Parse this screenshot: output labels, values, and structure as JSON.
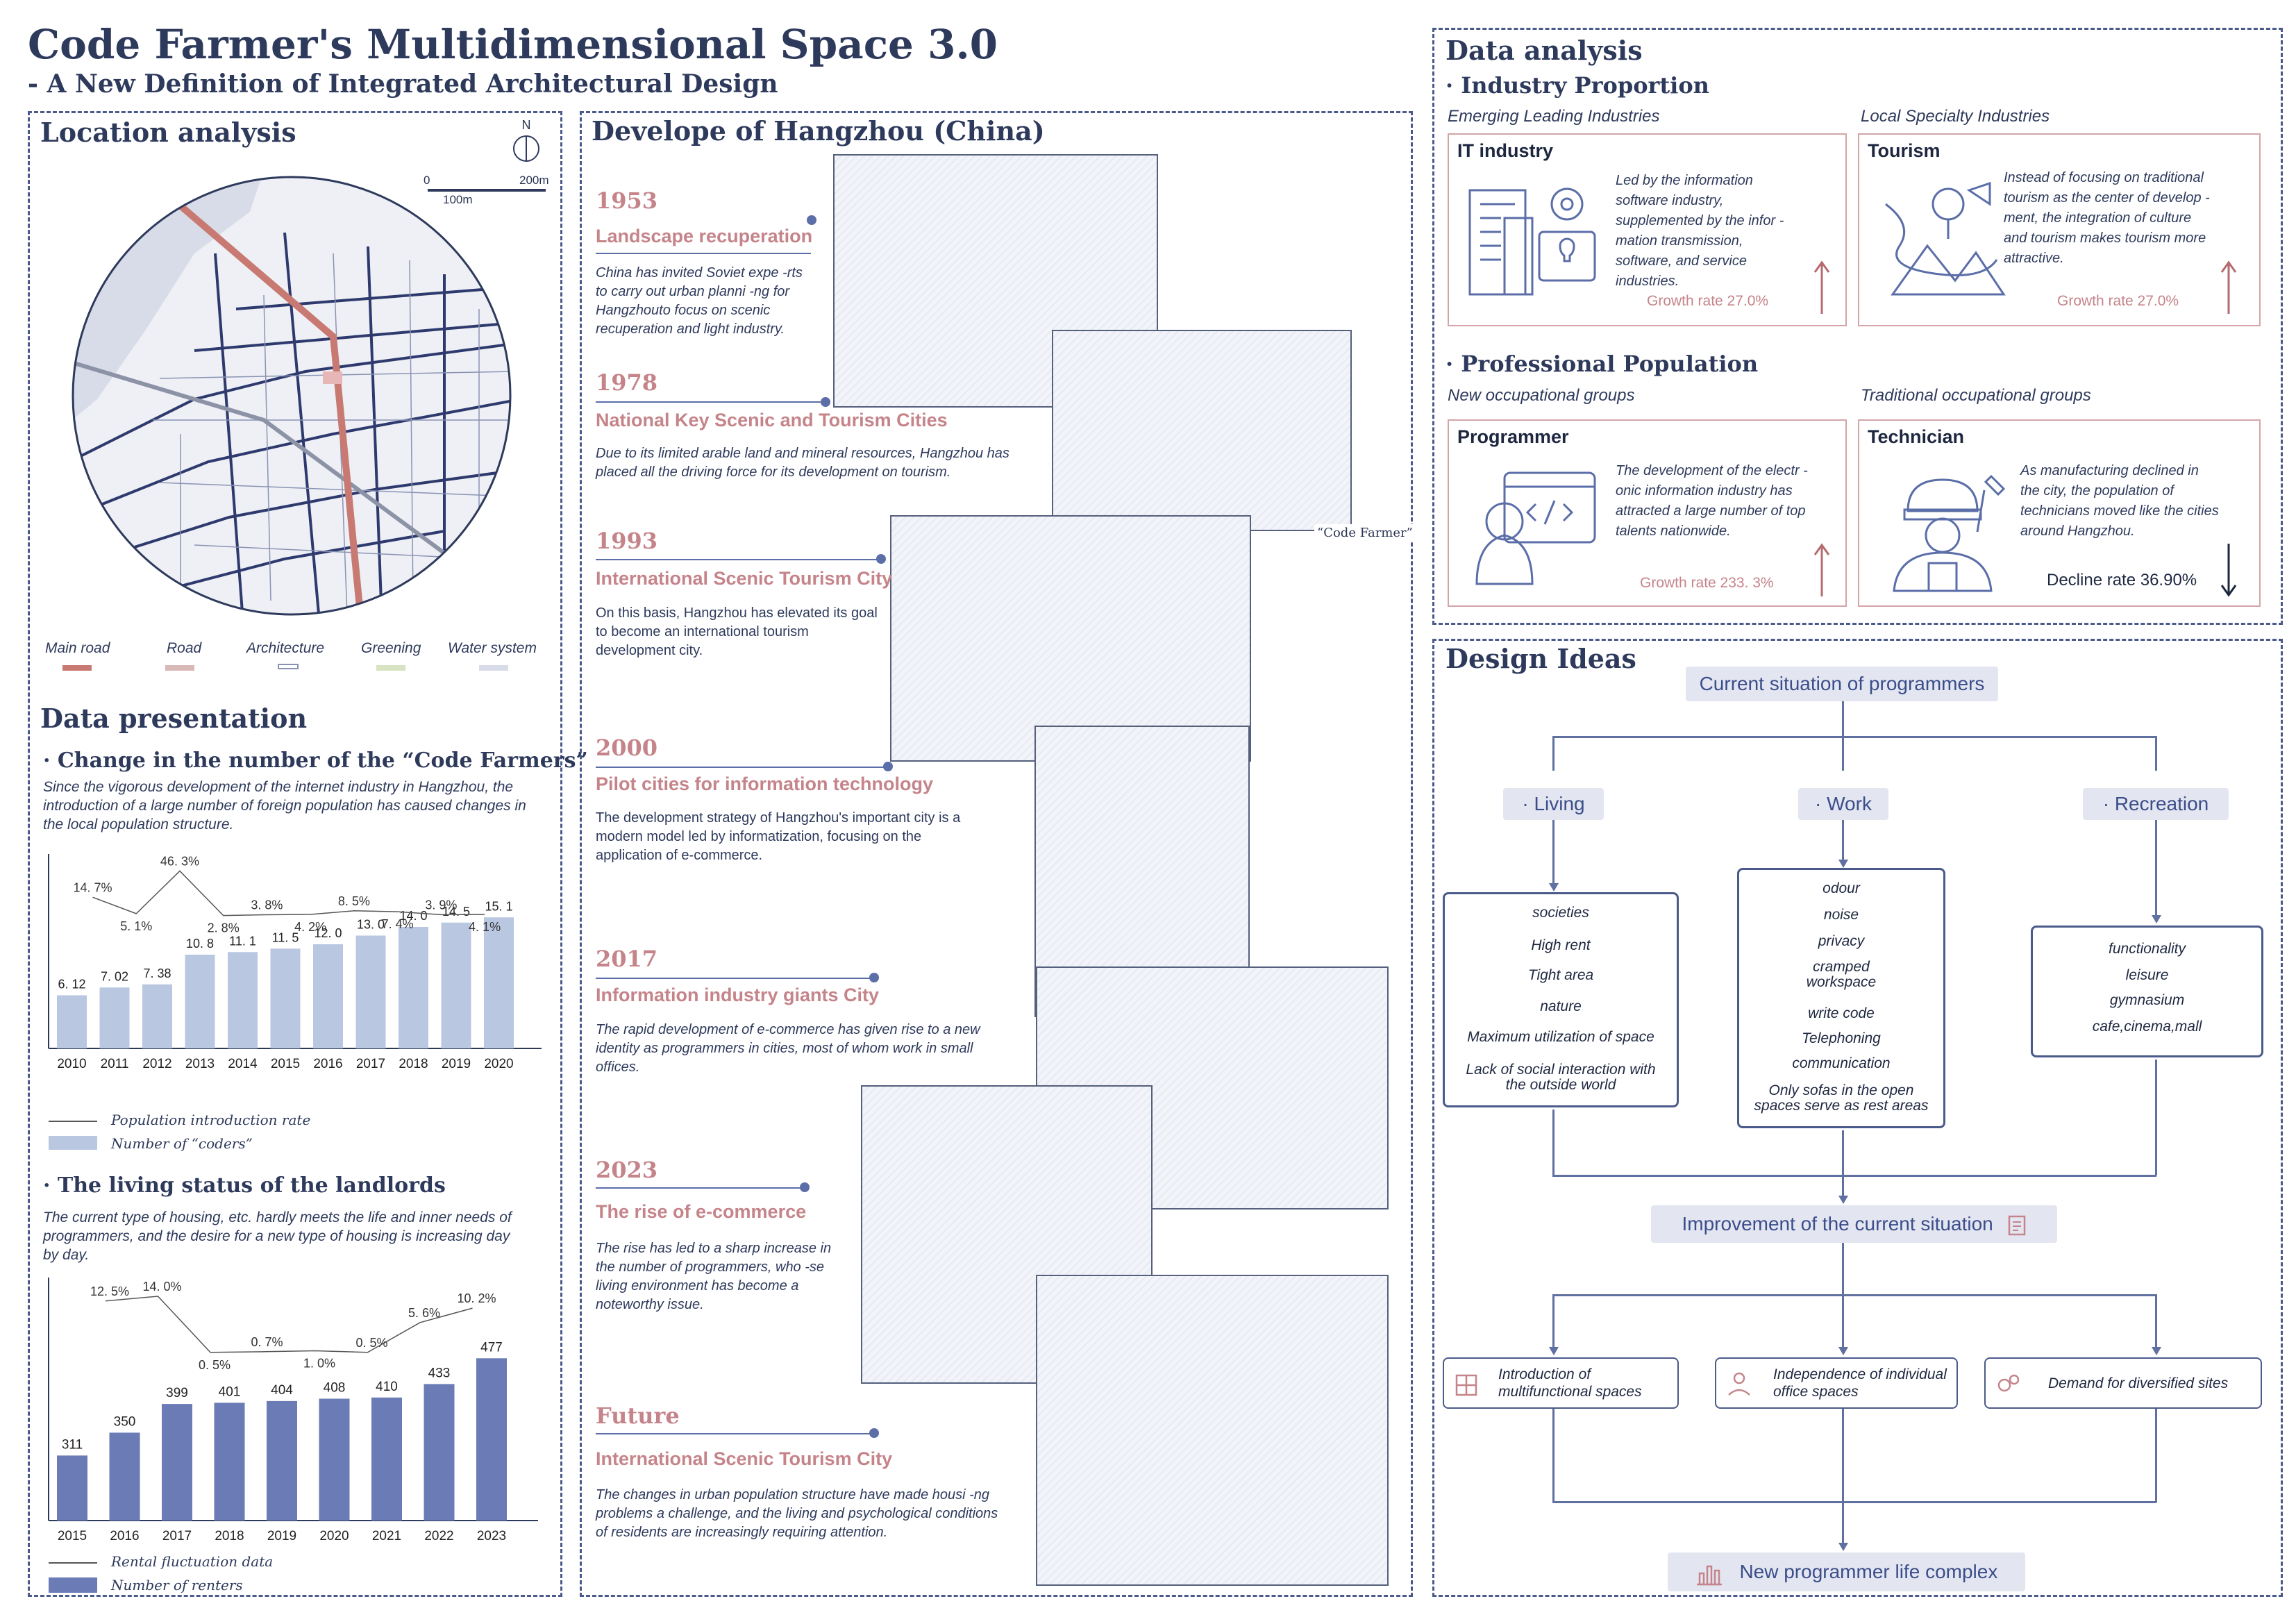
{
  "header": {
    "title": "Code Farmer's Multidimensional Space 3.0",
    "subtitle": "- A New Definition of Integrated Architectural Design"
  },
  "location": {
    "heading": "Location analysis",
    "north": "N",
    "scale": {
      "zero": "0",
      "mid": "100m",
      "end": "200m"
    },
    "legend": [
      {
        "label": "Main road",
        "color": "#c87a72"
      },
      {
        "label": "Road",
        "color": "#d9b8b8"
      },
      {
        "label": "Architecture",
        "color": "#ffffff"
      },
      {
        "label": "Greening",
        "color": "#d7e3c3"
      },
      {
        "label": "Water system",
        "color": "#d8dce8"
      }
    ]
  },
  "data_presentation": {
    "heading": "Data presentation",
    "chart1_title": "· Change in the number of the “Code Farmers”",
    "chart1_desc": "Since the vigorous development of the internet industry in Hangzhou, the introduction of a large number of foreign population has caused changes in the local population structure.",
    "chart1_legend_line": "Population introduction rate",
    "chart1_legend_bar": "Number of “coders”",
    "chart2_title": "· The living status of the landlords",
    "chart2_desc": "The current type of housing, etc. hardly meets the life and inner needs of programmers, and the desire for a new type of housing is increasing day by day.",
    "chart2_legend_line": "Rental fluctuation data",
    "chart2_legend_bar": "Number of renters"
  },
  "chart_data": [
    {
      "type": "bar",
      "categories": [
        "2010",
        "2011",
        "2012",
        "2013",
        "2014",
        "2015",
        "2016",
        "2017",
        "2018",
        "2019",
        "2020"
      ],
      "series": [
        {
          "name": "Number of “coders”",
          "values": [
            6.12,
            7.02,
            7.38,
            10.8,
            11.1,
            11.5,
            12.0,
            13.0,
            14.0,
            14.5,
            15.1
          ],
          "labels": [
            "6. 12",
            "7. 02",
            "7. 38",
            "10. 8",
            "11. 1",
            "11. 5",
            "12. 0",
            "13. 0",
            "14. 0",
            "14. 5",
            "15. 1"
          ]
        },
        {
          "name": "Population introduction rate",
          "values": [
            14.7,
            5.1,
            46.3,
            2.8,
            3.8,
            4.2,
            8.5,
            7.4,
            3.9,
            4.1
          ],
          "labels": [
            "14. 7%",
            "5. 1%",
            "46. 3%",
            "2. 8%",
            "3. 8%",
            "4. 2%",
            "8. 5%",
            "7. 4%",
            "3. 9%",
            "4. 1%"
          ]
        }
      ],
      "ylim": [
        0,
        16
      ],
      "colors": {
        "bar": "#b9c7e0",
        "line": "#555555"
      }
    },
    {
      "type": "bar",
      "categories": [
        "2015",
        "2016",
        "2017",
        "2018",
        "2019",
        "2020",
        "2021",
        "2022",
        "2023"
      ],
      "series": [
        {
          "name": "Number of renters",
          "values": [
            311,
            350,
            399,
            401,
            404,
            408,
            410,
            433,
            477
          ]
        },
        {
          "name": "Rental fluctuation data",
          "values": [
            12.5,
            14.0,
            0.5,
            0.7,
            1.0,
            0.5,
            5.6,
            10.2
          ],
          "labels": [
            "12. 5%",
            "14. 0%",
            "0. 5%",
            "0. 7%",
            "1. 0%",
            "0. 5%",
            "5. 6%",
            "10. 2%"
          ]
        }
      ],
      "ylim": [
        0,
        520
      ],
      "colors": {
        "bar": "#6a7bb5",
        "line": "#555555"
      }
    }
  ],
  "timeline": {
    "heading": "Develope of Hangzhou (China)",
    "code_farmer_label": "“Code Farmer”",
    "events": [
      {
        "year": "1953",
        "title": "Landscape recuperation",
        "text": "China has invited Soviet expe -rts to carry out urban planni -ng for Hangzhouto focus on scenic recuperation and light industry."
      },
      {
        "year": "1978",
        "title": "National Key Scenic and Tourism Cities",
        "text": "Due to its limited arable land and mineral resources, Hangzhou has placed all the driving force for its development on tourism."
      },
      {
        "year": "1993",
        "title": "International Scenic Tourism City",
        "text": "On this basis, Hangzhou has elevated its goal to become an international tourism development city."
      },
      {
        "year": "2000",
        "title": "Pilot cities for information technology",
        "text": "The development strategy of Hangzhou's important city is a modern model led by informatization, focusing on the application of e-commerce."
      },
      {
        "year": "2017",
        "title": "Information industry giants City",
        "text": "The rapid development of e-commerce has given rise to a new identity as programmers in cities, most of whom work in small offices."
      },
      {
        "year": "2023",
        "title": "The rise of e-commerce",
        "text": "The rise has led to a sharp increase in the number of programmers, who -se living environment has become a noteworthy issue."
      },
      {
        "year": "Future",
        "title": "International Scenic Tourism City",
        "text": "The changes in urban population structure have made housi -ng problems a challenge, and the living and psychological conditions of residents are increasingly requiring attention."
      }
    ]
  },
  "data_analysis": {
    "heading": "Data analysis",
    "industry_heading": "· Industry Proportion",
    "emerging": "Emerging Leading Industries",
    "local": "Local Specialty Industries",
    "population_heading": "· Professional Population",
    "new_groups": "New occupational groups",
    "traditional_groups": "Traditional occupational groups",
    "cards": [
      {
        "title": "IT industry",
        "text": "Led by the information software industry, supplemented by the infor -mation transmission, software, and service industries.",
        "rate": "Growth rate 27.0%",
        "icon": "office-building-icon",
        "trend": "up"
      },
      {
        "title": "Tourism",
        "text": "Instead of focusing on traditional tourism as the center of develop -ment, the integration of culture and tourism makes tourism more attractive.",
        "rate": "Growth rate 27.0%",
        "icon": "tourism-map-icon",
        "trend": "up"
      },
      {
        "title": "Programmer",
        "text": "The development of the electr -onic information industry has attracted a large number of top talents nationwide.",
        "rate": "Growth rate 233. 3%",
        "icon": "programmer-icon",
        "trend": "up"
      },
      {
        "title": "Technician",
        "text": "As manufacturing declined in the city, the population of technicians moved like the cities around Hangzhou.",
        "rate": "Decline rate 36.90%",
        "icon": "technician-icon",
        "trend": "down"
      }
    ]
  },
  "design_ideas": {
    "heading": "Design Ideas",
    "root": "Current situation of programmers",
    "branches": [
      {
        "label": "· Living",
        "items": [
          "societies",
          "High rent",
          "Tight area",
          "nature",
          "Maximum utilization of space",
          "Lack of social interaction with the outside world"
        ]
      },
      {
        "label": "· Work",
        "items": [
          "odour",
          "noise",
          "privacy",
          "cramped workspace",
          "write code",
          "Telephoning",
          "communication",
          "Only sofas in the open spaces serve as rest areas"
        ]
      },
      {
        "label": "· Recreation",
        "items": [
          "functionality",
          "leisure",
          "gymnasium",
          "cafe,cinema,mall"
        ]
      }
    ],
    "improvement": "Improvement of the current situation",
    "solutions": [
      "Introduction of multifunctional spaces",
      "Independence of individual office spaces",
      "Demand for diversified sites"
    ],
    "final": "New programmer life complex"
  }
}
